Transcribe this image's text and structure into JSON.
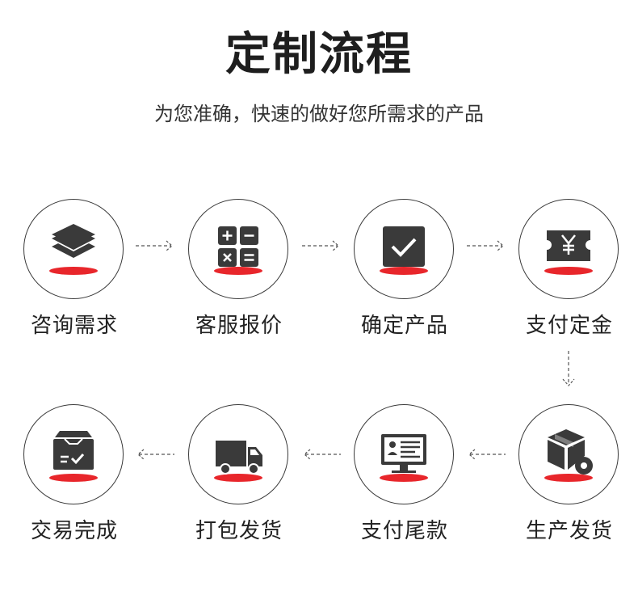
{
  "header": {
    "title": "定制流程",
    "subtitle": "为您准确，快速的做好您所需求的产品"
  },
  "steps": [
    {
      "label": "咨询需求",
      "icon": "layers-icon"
    },
    {
      "label": "客服报价",
      "icon": "calculator-icon"
    },
    {
      "label": "确定产品",
      "icon": "checkbox-icon"
    },
    {
      "label": "支付定金",
      "icon": "yen-ticket-icon"
    },
    {
      "label": "生产发货",
      "icon": "box-gear-icon"
    },
    {
      "label": "支付尾款",
      "icon": "monitor-icon"
    },
    {
      "label": "打包发货",
      "icon": "truck-icon"
    },
    {
      "label": "交易完成",
      "icon": "box-check-icon"
    }
  ],
  "colors": {
    "icon": "#3a3a3a",
    "accent": "#e8262b",
    "text": "#222222"
  }
}
